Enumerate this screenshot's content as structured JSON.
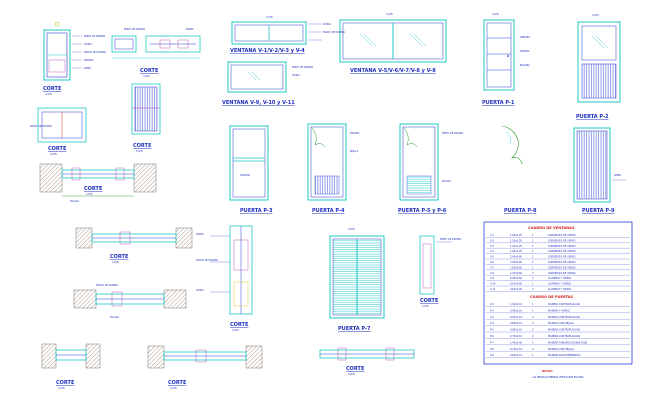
{
  "labels": {
    "ventana_v1_4": "VENTANA V-1/V-2/V-3 y V-4",
    "ventana_v5_8": "VENTANA V-5/V-6/V-7/V-8 y V-8",
    "ventana_v9_11": "VENTANA V-9, V-10 y V-11",
    "puerta_p1": "PUERTA P-1",
    "puerta_p2": "PUERTA P-2",
    "puerta_p3": "PUERTA P-3",
    "puerta_p4": "PUERTA P-4",
    "puerta_p5_6": "PUERTA P-5 y P-6",
    "puerta_p8": "PUERTA P-8",
    "puerta_p9": "PUERTA P-9",
    "puerta_p7": "PUERTA P-7",
    "corte": "CORTE",
    "scale": "1/25"
  },
  "notes": {
    "perfil": "PERFIL DE MADERA",
    "madera": "MADERA",
    "marco": "MARCO DE MADERA",
    "vidrio": "VIDRIO",
    "bisagra": "BISAGRA",
    "tirador": "TIRADOR",
    "rejilla": "REJILLA",
    "tablero": "TABLERO",
    "zocalo": "ZOCALO",
    "jamba": "JAMBA",
    "dintel": "DINTEL",
    "notas": "NOTAS:"
  },
  "tables": {
    "ventanas_title": "CUADRO DE VENTANAS",
    "puertas_title": "CUADRO DE PUERTAS",
    "ventanas_rows": [
      [
        "V-1",
        "1.80x1.20",
        "1",
        "CORREDIZA DE VIDRIO"
      ],
      [
        "V-2",
        "1.50x1.20",
        "1",
        "CORREDIZA DE VIDRIO"
      ],
      [
        "V-3",
        "1.20x1.20",
        "2",
        "CORREDIZA DE VIDRIO"
      ],
      [
        "V-4",
        "1.00x1.20",
        "1",
        "CORREDIZA DE VIDRIO"
      ],
      [
        "V-5",
        "2.40x0.60",
        "1",
        "CORREDIZA DE VIDRIO"
      ],
      [
        "V-6",
        "2.00x0.60",
        "2",
        "CORREDIZA DE VIDRIO"
      ],
      [
        "V-7",
        "1.80x0.60",
        "1",
        "CORREDIZA DE VIDRIO"
      ],
      [
        "V-8",
        "1.20x0.60",
        "3",
        "CORREDIZA DE VIDRIO"
      ],
      [
        "V-9",
        "0.80x0.60",
        "2",
        "ALUMINIO Y VIDRIO"
      ],
      [
        "V-10",
        "0.60x0.60",
        "1",
        "ALUMINIO Y VIDRIO"
      ],
      [
        "V-11",
        "0.60x0.40",
        "2",
        "ALUMINIO Y VIDRIO"
      ]
    ],
    "puertas_rows": [
      [
        "P-1",
        "1.00x2.10",
        "1",
        "MADERA CONTRAPLACADA"
      ],
      [
        "P-2",
        "0.90x2.10",
        "1",
        "MADERA Y VIDRIO"
      ],
      [
        "P-3",
        "0.90x2.10",
        "3",
        "MADERA CONTRAPLACADA"
      ],
      [
        "P-4",
        "0.80x2.10",
        "2",
        "MADERA CON REJILLA"
      ],
      [
        "P-5",
        "0.80x2.10",
        "2",
        "MADERA CONTRAPLACADA"
      ],
      [
        "P-6",
        "0.70x2.10",
        "4",
        "MADERA CONTRAPLACADA"
      ],
      [
        "P-7",
        "1.40x2.40",
        "1",
        "MADERA TABLEROS DOBLE HOJA"
      ],
      [
        "P-8",
        "0.70x2.10",
        "2",
        "MADERA CON REJILLA"
      ],
      [
        "P-9",
        "0.60x2.10",
        "1",
        "MADERA MACHIHEMBRADA"
      ]
    ],
    "footnote": "LAS MEDIDAS DEBERAN VERIFICARSE EN OBRA"
  }
}
